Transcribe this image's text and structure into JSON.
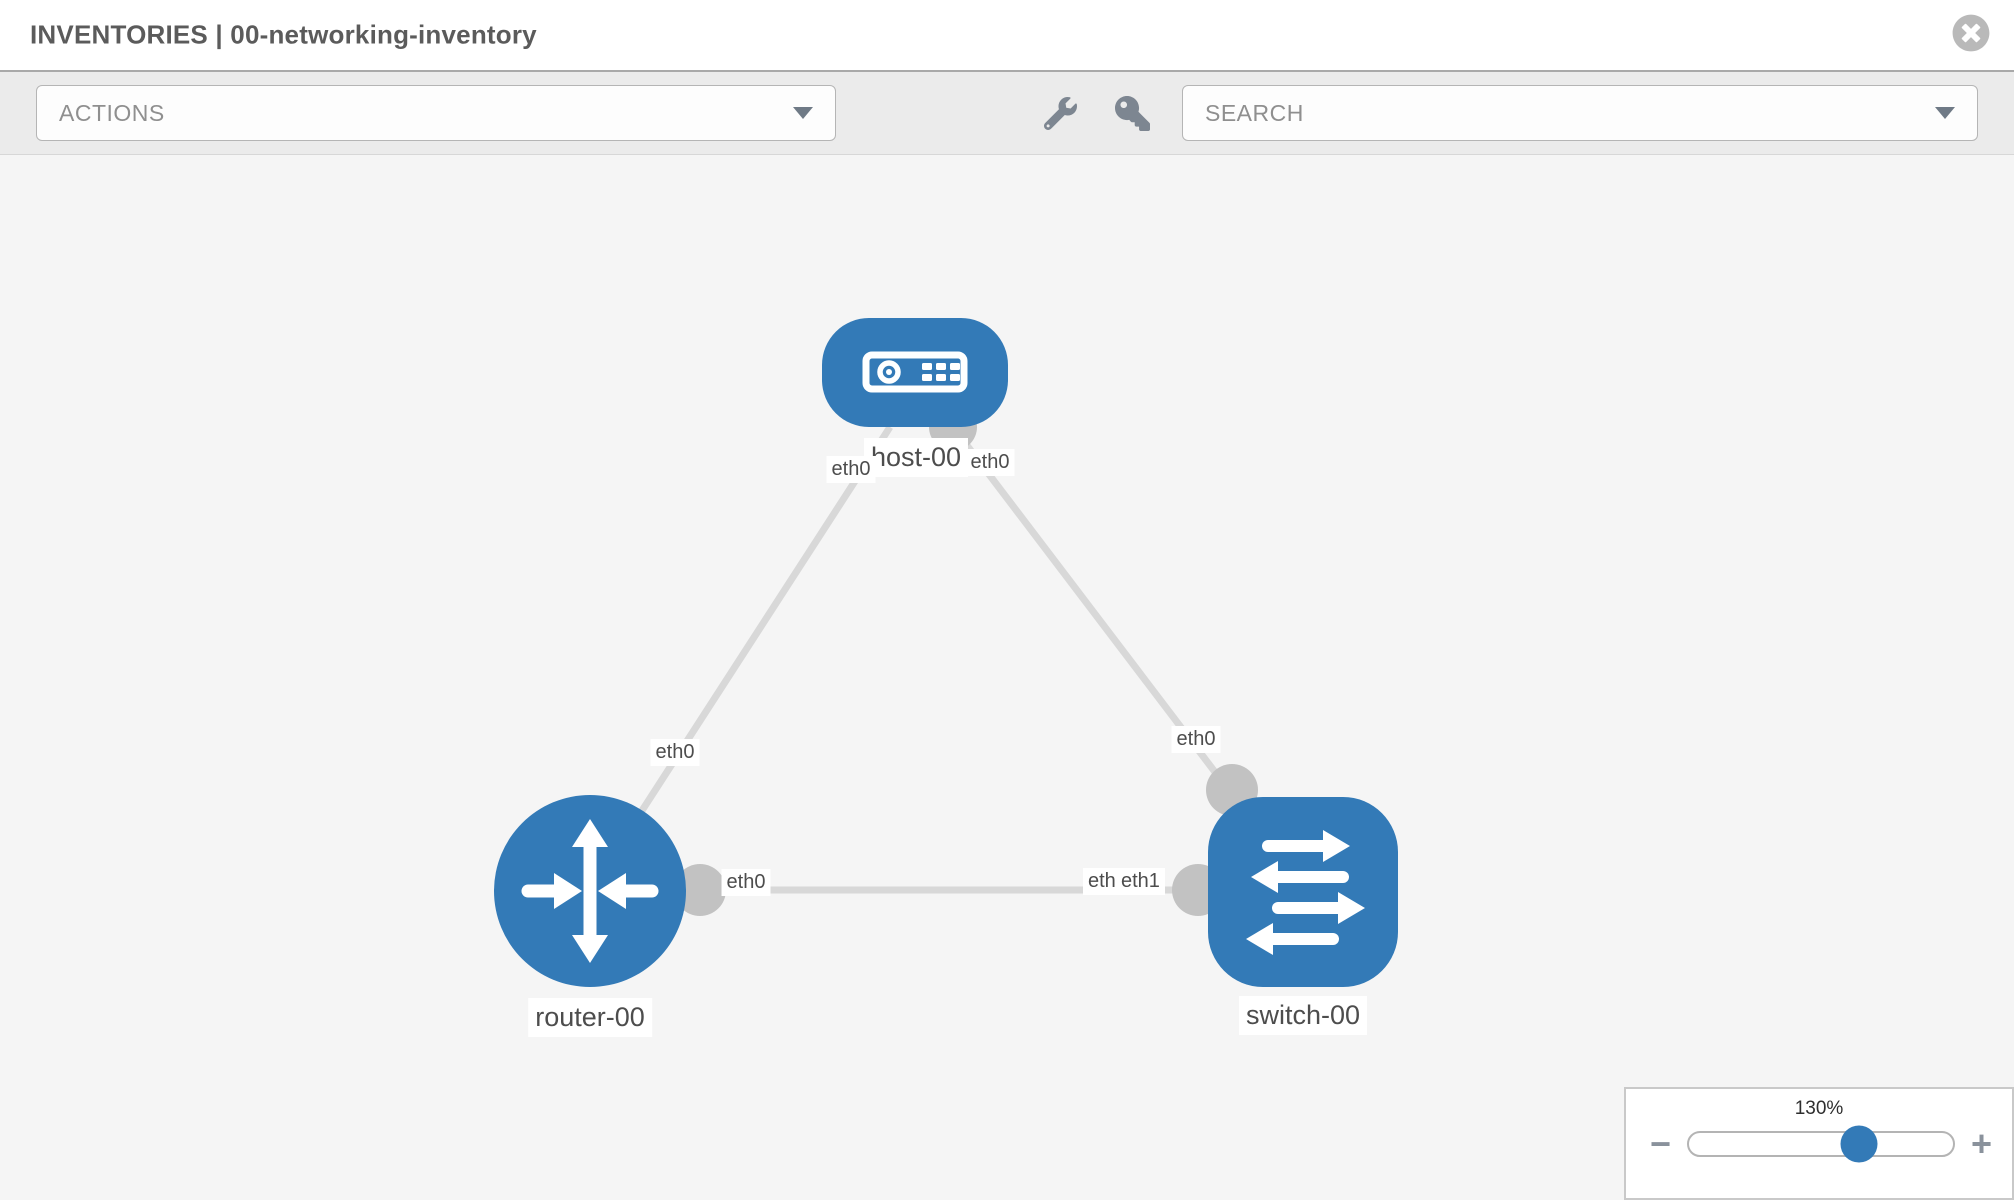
{
  "header": {
    "title": "INVENTORIES | 00-networking-inventory",
    "close_icon": "times-circle"
  },
  "toolbar": {
    "actions_label": "ACTIONS",
    "search_label": "SEARCH",
    "wrench_icon": "wrench",
    "key_icon": "key"
  },
  "topology": {
    "nodes": [
      {
        "name": "host-00",
        "type": "host"
      },
      {
        "name": "router-00",
        "type": "router"
      },
      {
        "name": "switch-00",
        "type": "switch"
      }
    ],
    "links": [
      {
        "source": "host-00",
        "source_interface": "eth0",
        "target": "router-00",
        "target_interface": "eth0"
      },
      {
        "source": "host-00",
        "source_interface": "eth0",
        "target": "switch-00",
        "target_interface": "eth0"
      },
      {
        "source": "router-00",
        "source_interface": "eth0",
        "target": "switch-00",
        "target_interface": "eth1"
      }
    ]
  },
  "zoom": {
    "level": "130%",
    "minus": "−",
    "plus": "+"
  },
  "colors": {
    "node_blue": "#337ab7",
    "link_gray": "#d8d8d8",
    "interface_gray": "#c2c2c2",
    "toolbar_bg": "#ebebeb",
    "canvas_bg": "#f5f5f5"
  }
}
